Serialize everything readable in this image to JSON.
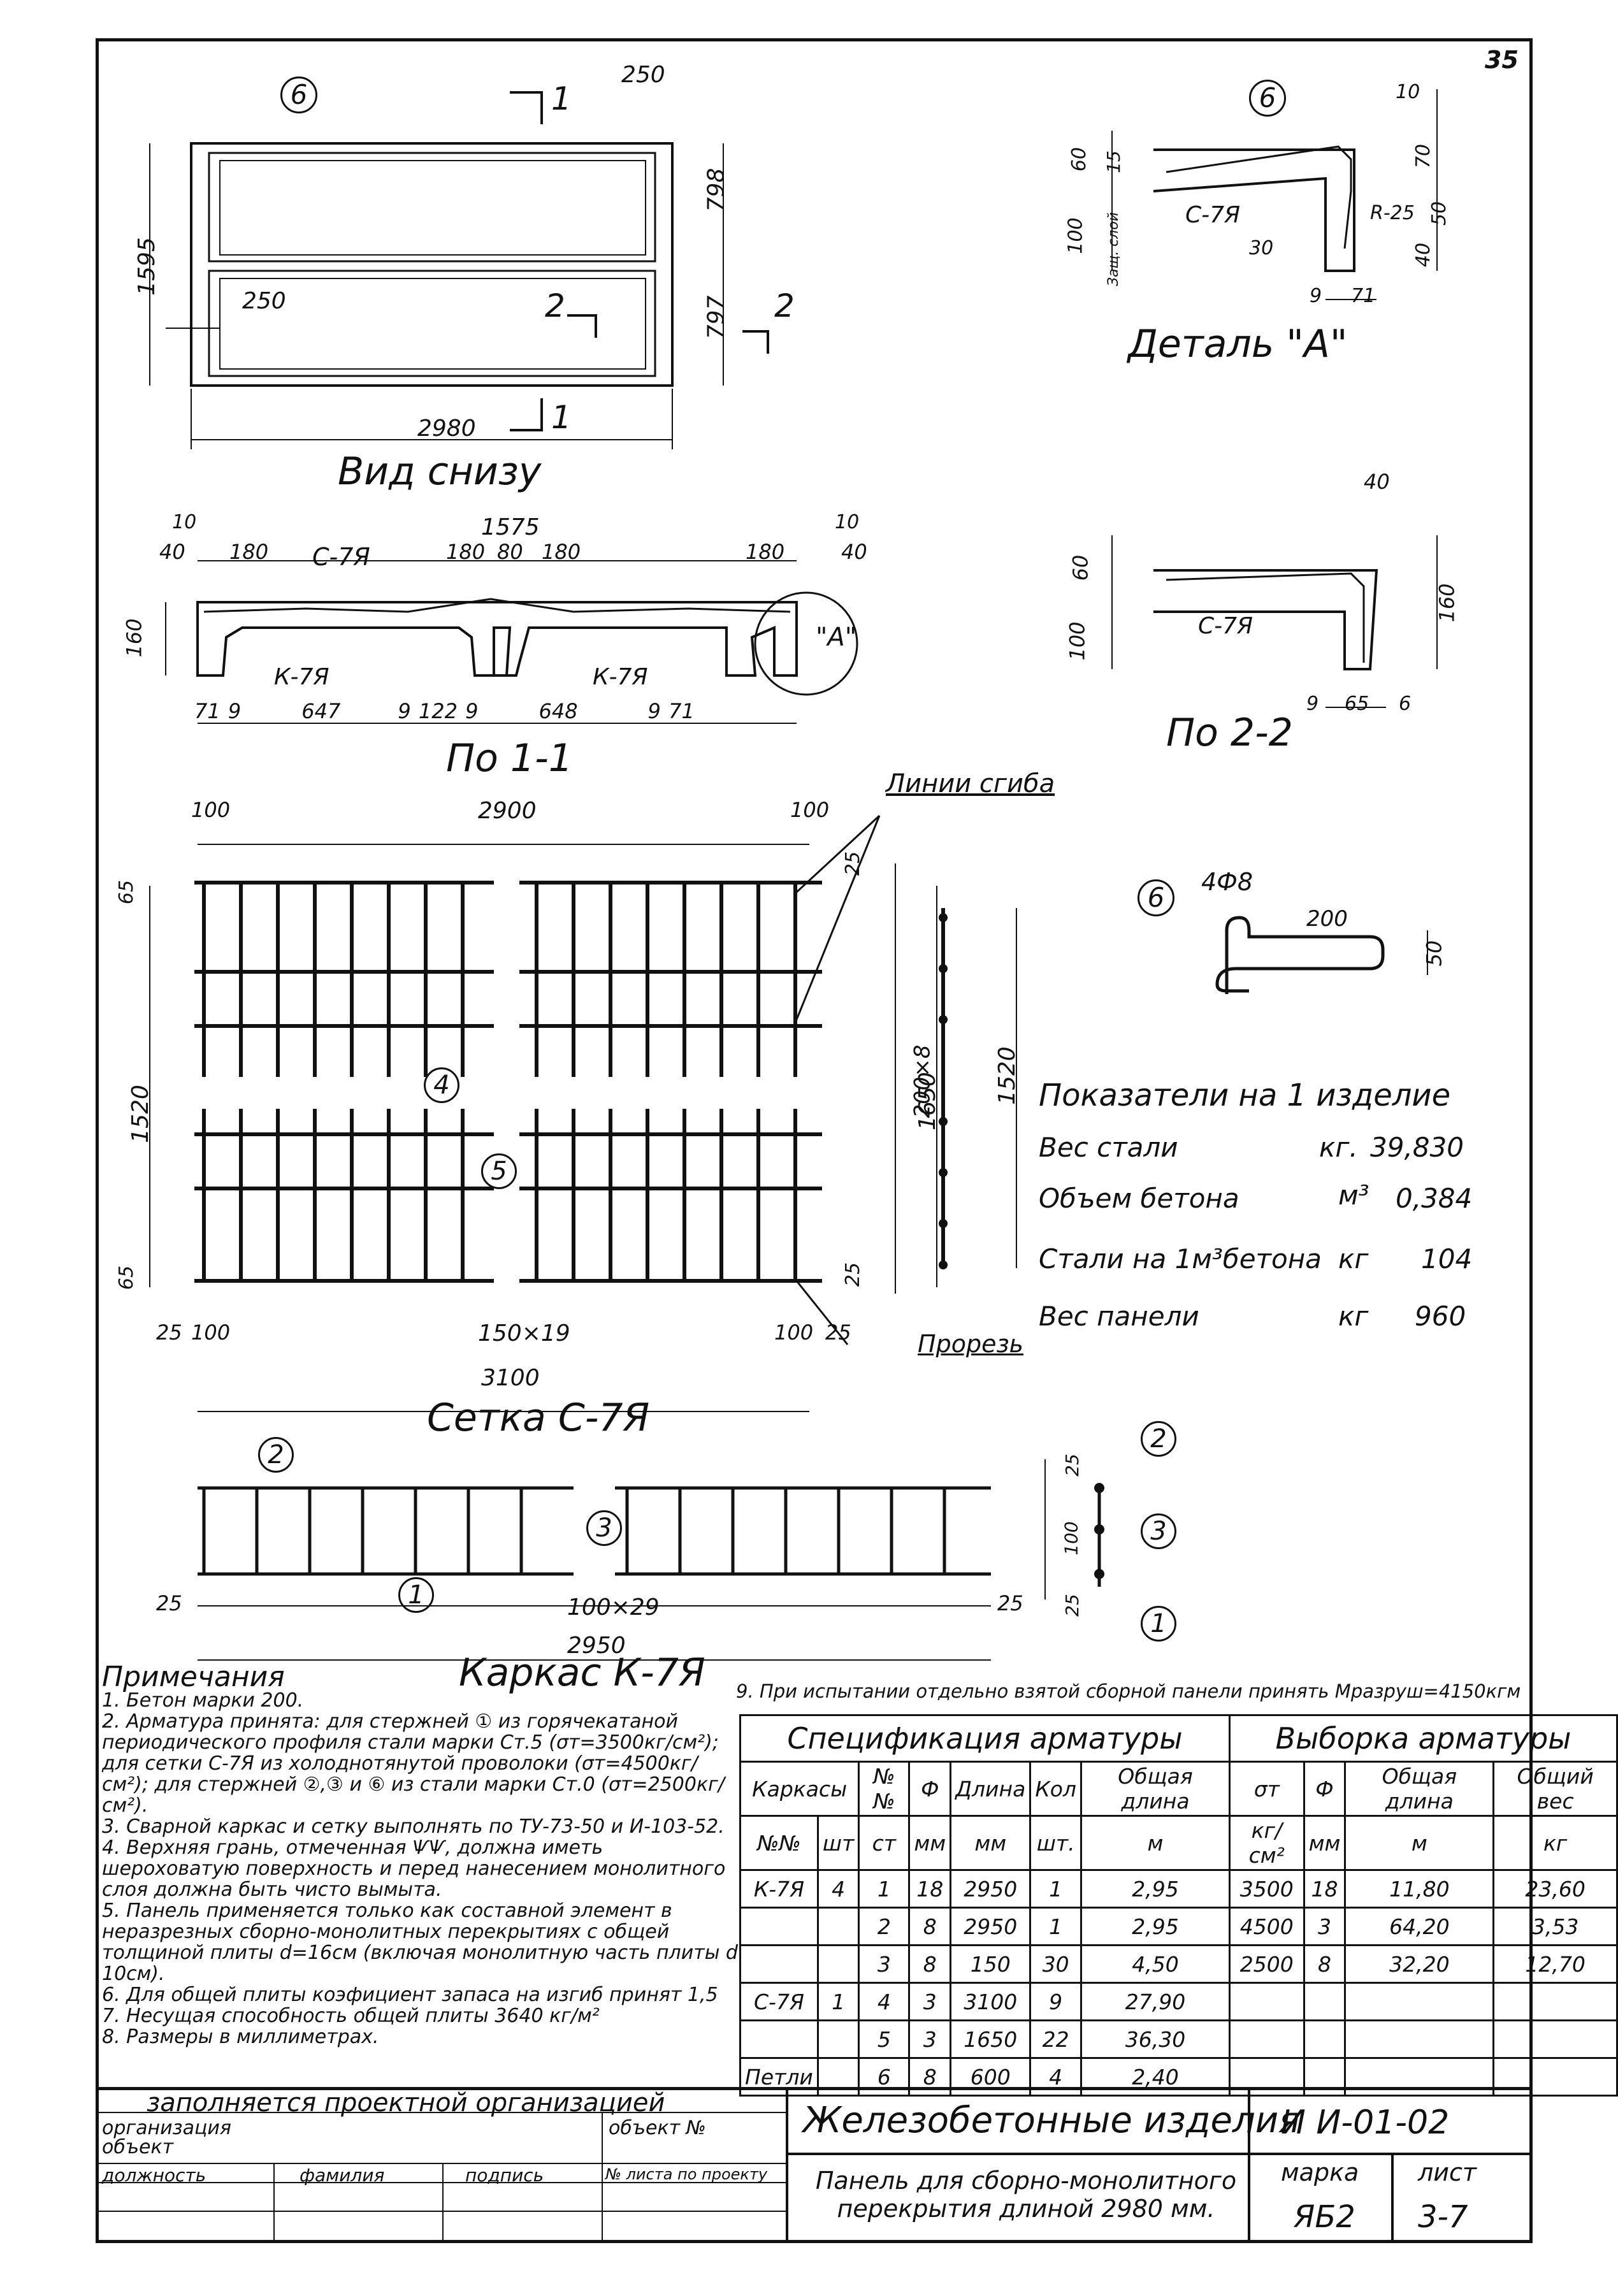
{
  "sheet_number": "35",
  "views": {
    "bottom_view": {
      "caption": "Вид снизу",
      "dims": [
        "250",
        "798",
        "1595",
        "797",
        "250",
        "2980"
      ],
      "section_marks": [
        "1",
        "1",
        "2",
        "2"
      ],
      "callout": "6"
    },
    "section_1_1": {
      "caption": "По 1-1",
      "top_dims": [
        "10",
        "1575",
        "10",
        "40",
        "180",
        "180",
        "80",
        "180",
        "180",
        "40"
      ],
      "labels": [
        "С-7Я",
        "К-7Я",
        "К-7Я",
        "\"А\""
      ],
      "side_dim": "160",
      "bottom_dims": [
        "71",
        "9",
        "647",
        "9",
        "122",
        "9",
        "648",
        "9",
        "71"
      ]
    },
    "detail_a": {
      "caption": "Деталь \"А\"",
      "callout": "6",
      "dims": [
        "10",
        "60",
        "15",
        "100",
        "70",
        "50",
        "40",
        "30",
        "9",
        "71",
        "R-25"
      ],
      "labels": [
        "С-7Я",
        "Защ. слой"
      ]
    },
    "section_2_2": {
      "caption": "По 2-2",
      "dims": [
        "40",
        "60",
        "100",
        "160",
        "9",
        "65",
        "6"
      ],
      "labels": [
        "С-7Я"
      ]
    },
    "mesh_c7": {
      "caption": "Сетка С-7Я",
      "top_dims": [
        "100",
        "2900",
        "100"
      ],
      "left_dims": [
        "65",
        "1520",
        "65"
      ],
      "right_dims": [
        "25",
        "200×8",
        "25",
        "1650",
        "1520"
      ],
      "bottom_dims": [
        "25",
        "100",
        "150×19",
        "100",
        "25",
        "3100"
      ],
      "callouts": [
        "4",
        "5"
      ],
      "fold_label": "Линии сгиба",
      "cut_label": "Прорезь"
    },
    "loop_6": {
      "callout": "6",
      "bar": "4Ф8",
      "dims": [
        "200",
        "50"
      ]
    },
    "frame_k7": {
      "caption": "Каркас К-7Я",
      "callouts": [
        "2",
        "3",
        "1"
      ],
      "dims": [
        "25",
        "100×29",
        "25",
        "2950"
      ],
      "side_dims": [
        "25",
        "100",
        "25"
      ]
    }
  },
  "indicators": {
    "title": "Показатели на 1 изделие",
    "rows": [
      {
        "label": "Вес стали",
        "unit": "кг.",
        "value": "39,830"
      },
      {
        "label": "Объем бетона",
        "unit": "м³",
        "value": "0,384"
      },
      {
        "label": "Стали на 1м³бетона",
        "unit": "кг",
        "value": "104"
      },
      {
        "label": "Вес панели",
        "unit": "кг",
        "value": "960"
      }
    ]
  },
  "notes": {
    "heading": "Примечания",
    "items": [
      "1. Бетон марки 200.",
      "2. Арматура принята: для стержней ① из горячекатаной периодического профиля стали марки Ст.5 (σт=3500кг/см²); для сетки С-7Я из холоднотянутой проволоки (σт=4500кг/см²); для стержней ②,③ и ⑥ из стали марки Ст.0 (σт=2500кг/см²).",
      "3. Сварной каркас и сетку выполнять по ТУ-73-50 и И-103-52.",
      "4. Верхняя грань, отмеченная ѰѰ, должна иметь шероховатую поверхность и перед нанесением монолитного слоя должна быть чисто вымыта.",
      "5. Панель применяется только как составной элемент в неразрезных сборно-монолитных перекрытиях с общей толщиной плиты d=16см (включая монолитную часть плиты d 10см).",
      "6. Для общей плиты коэфициент запаса на изгиб принят 1,5",
      "7. Несущая способность общей плиты 3640 кг/м²",
      "8. Размеры в миллиметрах."
    ],
    "note9": "9. При испытании отдельно взятой сборной панели принять Мразруш=4150кгм"
  },
  "spec": {
    "title_left": "Спецификация арматуры",
    "title_right": "Выборка арматуры",
    "headers": [
      "Каркасы",
      "№№",
      "Ф",
      "Длина",
      "Кол",
      "Общая длина",
      "σт",
      "Ф",
      "Общая длина",
      "Общий вес"
    ],
    "units": [
      "№№",
      "шт",
      "ст",
      "мм",
      "мм",
      "шт.",
      "м",
      "кг/см²",
      "мм",
      "м",
      "кг"
    ],
    "rows": [
      {
        "frame": "К-7Я",
        "qty": "4",
        "no": "1",
        "d": "18",
        "len": "2950",
        "n": "1",
        "total": "2,95",
        "st": "3500",
        "d2": "18",
        "tl": "11,80",
        "w": "23,60"
      },
      {
        "frame": "",
        "qty": "",
        "no": "2",
        "d": "8",
        "len": "2950",
        "n": "1",
        "total": "2,95",
        "st": "4500",
        "d2": "3",
        "tl": "64,20",
        "w": "3,53"
      },
      {
        "frame": "",
        "qty": "",
        "no": "3",
        "d": "8",
        "len": "150",
        "n": "30",
        "total": "4,50",
        "st": "2500",
        "d2": "8",
        "tl": "32,20",
        "w": "12,70"
      },
      {
        "frame": "С-7Я",
        "qty": "1",
        "no": "4",
        "d": "3",
        "len": "3100",
        "n": "9",
        "total": "27,90",
        "st": "",
        "d2": "",
        "tl": "",
        "w": ""
      },
      {
        "frame": "",
        "qty": "",
        "no": "5",
        "d": "3",
        "len": "1650",
        "n": "22",
        "total": "36,30",
        "st": "",
        "d2": "",
        "tl": "",
        "w": ""
      },
      {
        "frame": "Петли",
        "qty": "",
        "no": "6",
        "d": "8",
        "len": "600",
        "n": "4",
        "total": "2,40",
        "st": "",
        "d2": "",
        "tl": "",
        "w": ""
      }
    ]
  },
  "title_block": {
    "fill_note": "заполняется проектной организацией",
    "org": "организация",
    "object": "объект",
    "object_no": "объект №",
    "position": "должность",
    "surname": "фамилия",
    "signature": "подпись",
    "sheet_no": "№ листа по проекту",
    "series_title": "Железобетонные изделия",
    "series_code": "И И-01-02",
    "description": "Панель для сборно-монолитного перекрытия длиной 2980 мм.",
    "mark_label": "марка",
    "mark": "ЯБ2",
    "sheet_label": "лист",
    "sheet": "3-7"
  }
}
